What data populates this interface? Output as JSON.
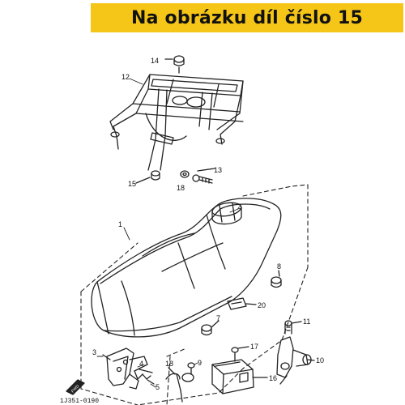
{
  "header": {
    "banner_text": "Na obrázku díl číslo 15",
    "banner_color": "#f5c518"
  },
  "diagram": {
    "part_labels": [
      "14",
      "12",
      "15",
      "18",
      "13",
      "1",
      "2",
      "8",
      "20",
      "7",
      "11",
      "3",
      "4",
      "5",
      "18",
      "9",
      "17",
      "16",
      "10"
    ],
    "direction_marker": "FWD",
    "drawing_code": "1J351-0190"
  }
}
